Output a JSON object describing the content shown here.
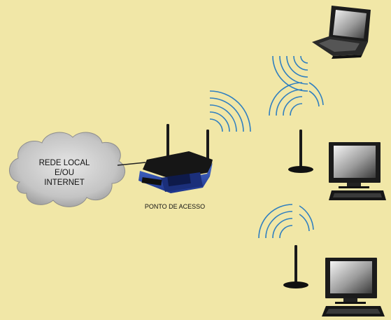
{
  "cloud": {
    "lines": [
      "REDE LOCAL",
      "E/OU",
      "INTERNET"
    ]
  },
  "access_point": {
    "label": "PONTO DE ACESSO"
  },
  "colors": {
    "background": "#f1e7a7",
    "wave": "#2f7fc0",
    "router_body": "#2b4aa6",
    "device_dark": "#1b1b1b",
    "cloud_fill": "#c8c8c8"
  }
}
